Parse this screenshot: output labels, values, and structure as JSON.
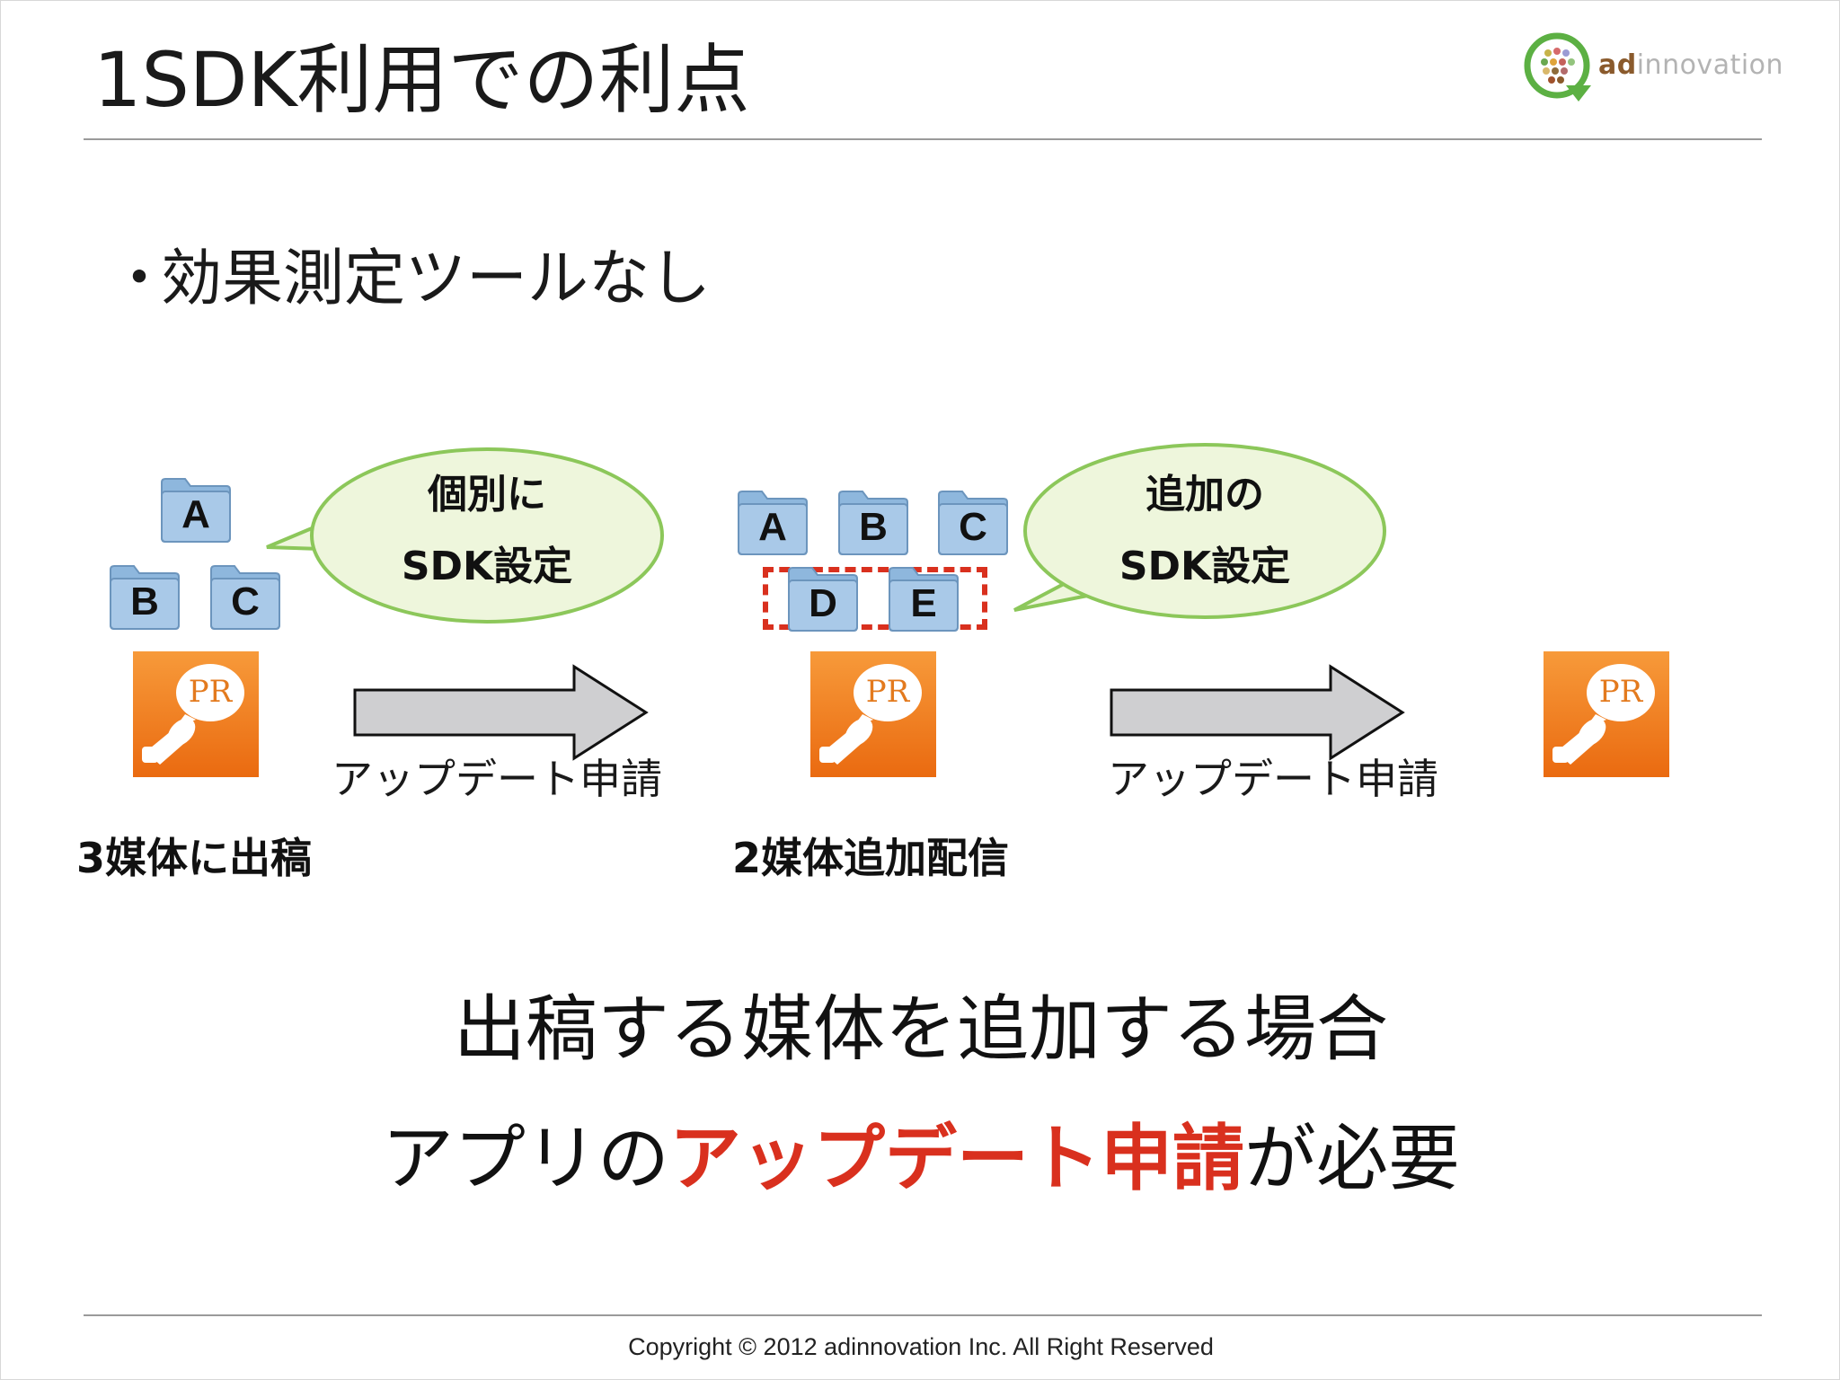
{
  "slide": {
    "title": "1SDK利用での利点",
    "bullet": "効果測定ツールなし",
    "logo": {
      "ad": "ad",
      "rest": "innovation"
    },
    "colors": {
      "accent_red": "#d9301e",
      "bubble_fill": "#eef6dc",
      "bubble_border": "#8cc75a",
      "pr_orange": "#f07e1e",
      "folder_blue": "#8eb7dd"
    }
  },
  "diagram": {
    "left_folders": [
      "A",
      "B",
      "C"
    ],
    "middle_folders_existing": [
      "A",
      "B",
      "C"
    ],
    "middle_folders_added": [
      "D",
      "E"
    ],
    "bubble_left": {
      "line1": "個別に",
      "line2": "SDK設定"
    },
    "bubble_right": {
      "line1": "追加の",
      "line2": "SDK設定"
    },
    "pr_icon_text": "PR",
    "arrow_label": "アップデート申請",
    "step1_label": "3媒体に出稿",
    "step2_label": "2媒体追加配信"
  },
  "conclusion": {
    "line1": "出稿する媒体を追加する場合",
    "line2_prefix": "アプリの",
    "line2_highlight": "アップデート申請",
    "line2_suffix": "が必要"
  },
  "footer": {
    "copyright": "Copyright © 2012 adinnovation Inc. All Right Reserved"
  }
}
